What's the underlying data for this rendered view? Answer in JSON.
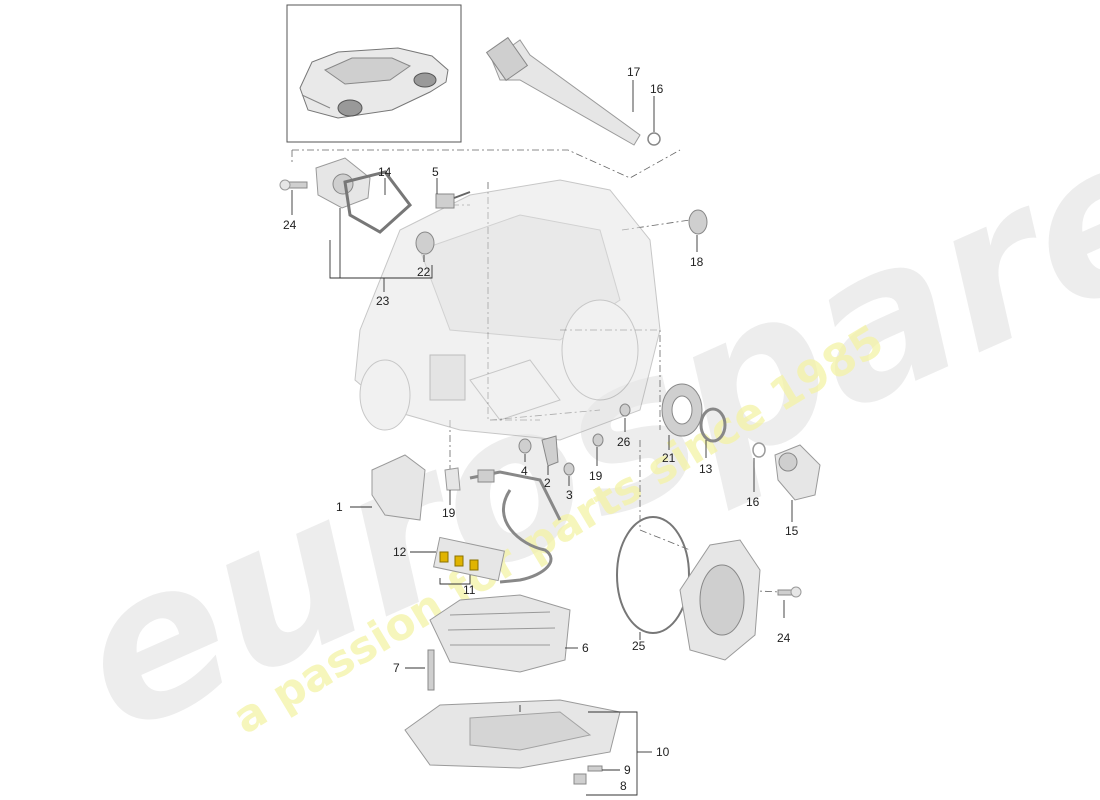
{
  "watermark": {
    "brand": "eurospares",
    "tagline": "a passion for parts since 1985"
  },
  "callouts": [
    {
      "id": "1",
      "label": "1"
    },
    {
      "id": "2",
      "label": "2"
    },
    {
      "id": "3",
      "label": "3"
    },
    {
      "id": "4",
      "label": "4"
    },
    {
      "id": "5",
      "label": "5"
    },
    {
      "id": "6",
      "label": "6"
    },
    {
      "id": "7",
      "label": "7"
    },
    {
      "id": "8",
      "label": "8"
    },
    {
      "id": "9",
      "label": "9"
    },
    {
      "id": "10",
      "label": "10"
    },
    {
      "id": "11",
      "label": "11"
    },
    {
      "id": "12",
      "label": "12"
    },
    {
      "id": "13",
      "label": "13"
    },
    {
      "id": "14",
      "label": "14"
    },
    {
      "id": "15",
      "label": "15"
    },
    {
      "id": "16a",
      "label": "16"
    },
    {
      "id": "16b",
      "label": "16"
    },
    {
      "id": "17",
      "label": "17"
    },
    {
      "id": "18",
      "label": "18"
    },
    {
      "id": "19a",
      "label": "19"
    },
    {
      "id": "19b",
      "label": "19"
    },
    {
      "id": "21",
      "label": "21"
    },
    {
      "id": "22",
      "label": "22"
    },
    {
      "id": "23",
      "label": "23"
    },
    {
      "id": "24a",
      "label": "24"
    },
    {
      "id": "24b",
      "label": "24"
    },
    {
      "id": "25",
      "label": "25"
    },
    {
      "id": "26",
      "label": "26"
    }
  ]
}
